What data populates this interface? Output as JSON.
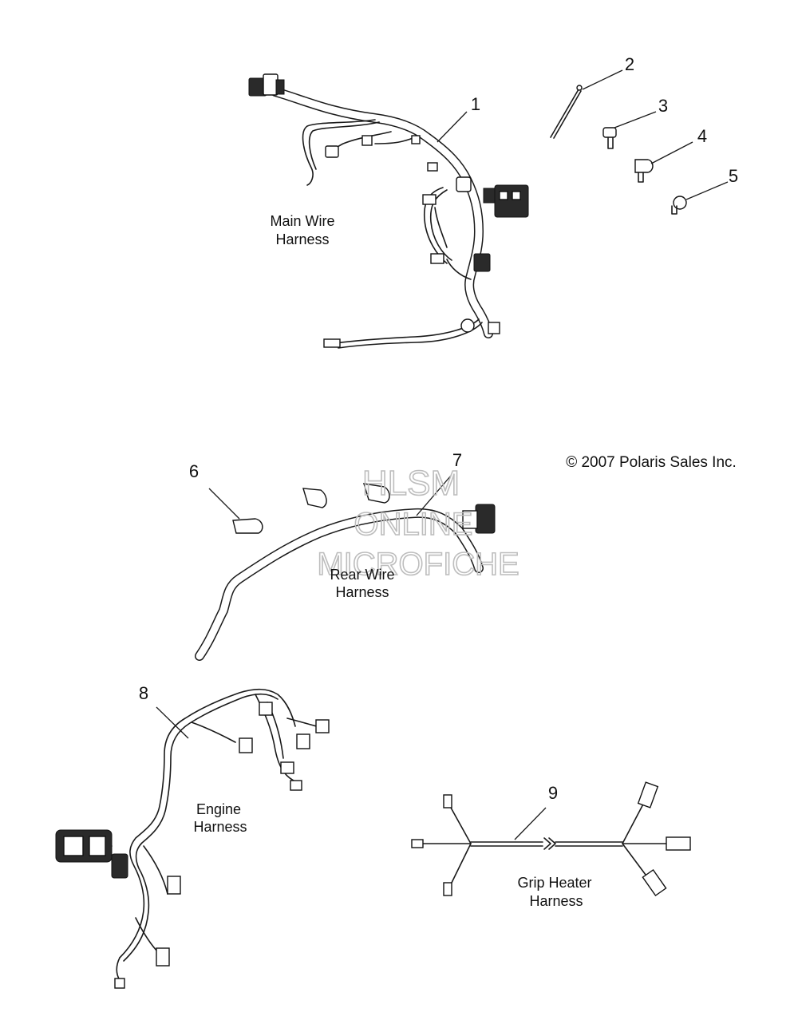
{
  "copyright": "© 2007 Polaris Sales Inc.",
  "watermark": {
    "line1": "HLSM",
    "line2": "ONLINE",
    "line3": "MICROFICHE"
  },
  "callouts": [
    "1",
    "2",
    "3",
    "4",
    "5",
    "6",
    "7",
    "8",
    "9"
  ],
  "captions": {
    "main": {
      "line1": "Main Wire",
      "line2": "Harness"
    },
    "rear": {
      "line1": "Rear Wire",
      "line2": "Harness"
    },
    "engine": {
      "line1": "Engine",
      "line2": "Harness"
    },
    "grip": {
      "line1": "Grip Heater",
      "line2": "Harness"
    }
  }
}
